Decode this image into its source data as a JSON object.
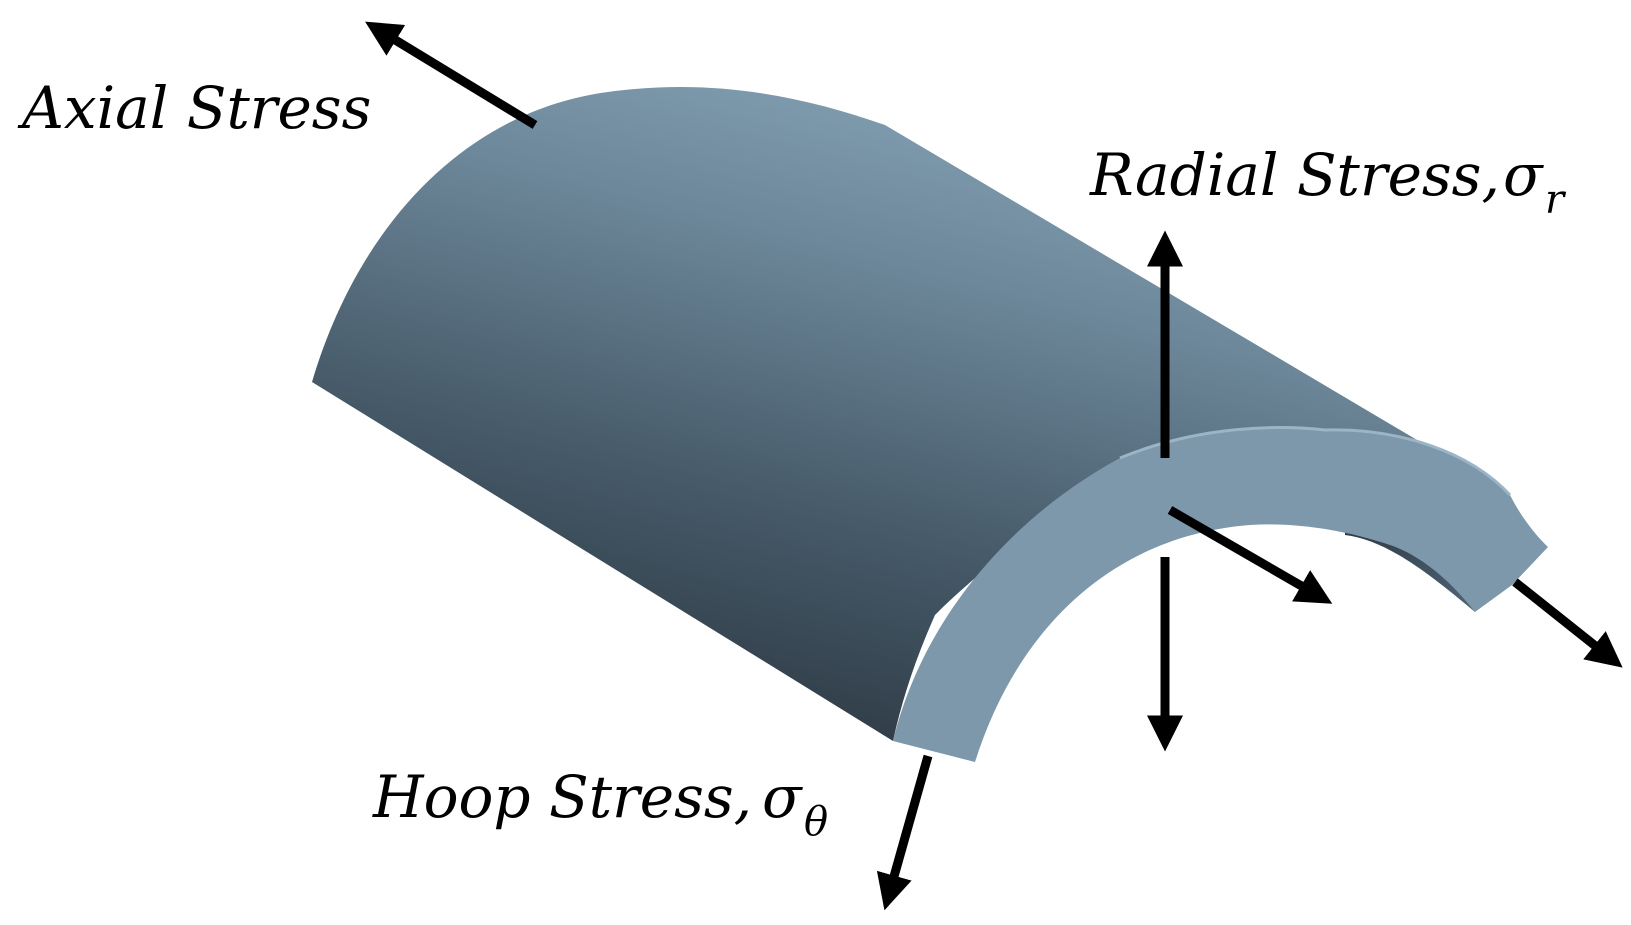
{
  "labels": {
    "axial": "Axial Stress",
    "radial": "Radial Stress,",
    "hoop": "Hoop Stress,"
  },
  "symbols": {
    "radial_symbol": "σ",
    "radial_subscript": "r",
    "hoop_symbol": "σ",
    "hoop_subscript": "θ"
  },
  "colors": {
    "shell_top_light": "#86a3b8",
    "shell_top_dark": "#2e3a44",
    "cross_section": "#7d97ab",
    "arrow": "#000000",
    "background": "#ffffff"
  }
}
